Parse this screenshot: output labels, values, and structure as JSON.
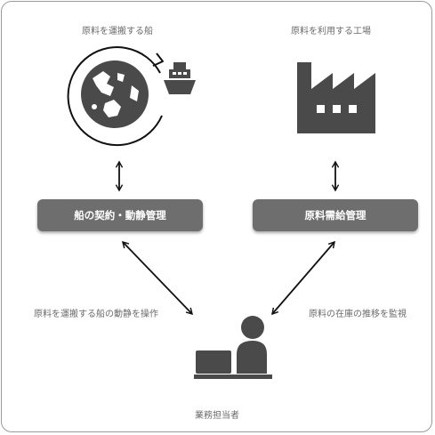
{
  "labels": {
    "ship": "原料を運搬する船",
    "factory": "原料を利用する工場",
    "left_box": "船の契約・動静管理",
    "right_box": "原料需給管理",
    "left_action": "原料を運搬する船の動静を操作",
    "right_action": "原料の在庫の推移を監視",
    "person": "業務担当者"
  },
  "colors": {
    "icon": "#4a4a4a",
    "box": "#6e6e6e",
    "text": "#6b6b6b"
  },
  "icons": [
    "globe-icon",
    "ship-icon",
    "cycle-arrow-icon",
    "factory-icon",
    "person-icon",
    "laptop-icon"
  ]
}
